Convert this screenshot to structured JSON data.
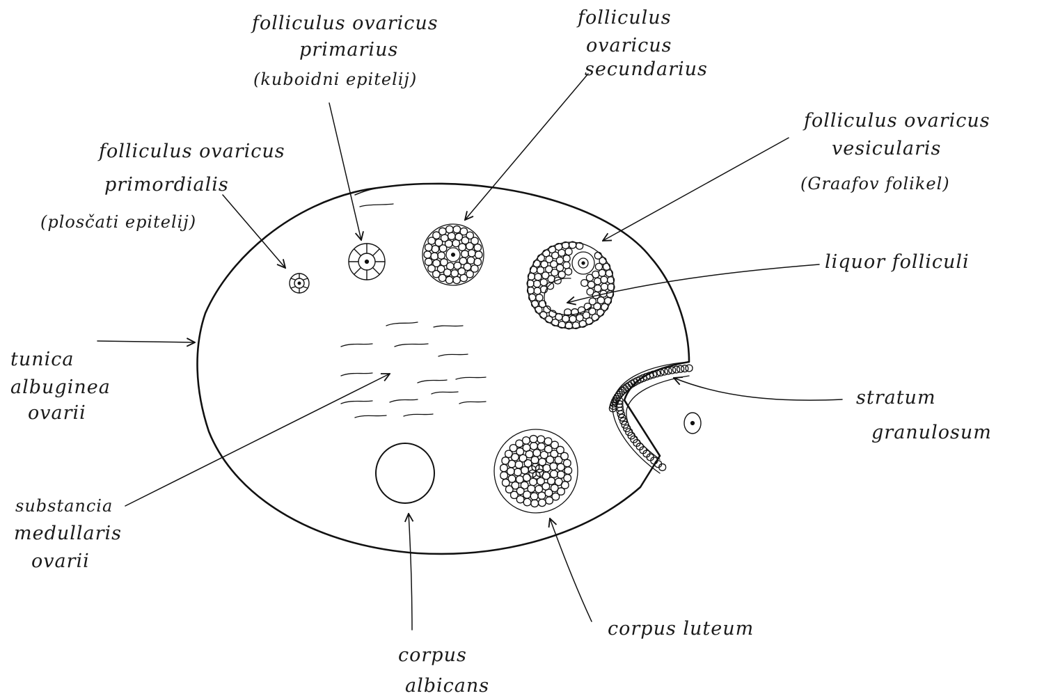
{
  "title": "",
  "colors": {
    "ink": "#111111",
    "paper": "#ffffff"
  },
  "labels": {
    "primordialis": {
      "line1": "folliculus ovaricus",
      "line2": "primordialis",
      "line3": "(plosčati epitelij)"
    },
    "primarius": {
      "line1": "folliculus ovaricus",
      "line2": "primarius",
      "line3": "(kuboidni epitelij)"
    },
    "secundarius": {
      "line1": "folliculus",
      "line2": "ovaricus",
      "line3": "secundarius"
    },
    "vesicularis": {
      "line1": "folliculus ovaricus",
      "line2": "vesicularis",
      "line3": "(Graafov folikel)"
    },
    "liquor": {
      "line1": "liquor folliculi"
    },
    "tunica": {
      "line1": "tunica",
      "line2": "albuginea",
      "line3": "ovarii"
    },
    "medullaris": {
      "line1": "substancia",
      "line2": "medullaris",
      "line3": "ovarii"
    },
    "stratum": {
      "line1": "stratum",
      "line2": "granulosum"
    },
    "luteum": {
      "line1": "corpus luteum"
    },
    "albicans": {
      "line1": "corpus",
      "line2": "albicans"
    }
  }
}
